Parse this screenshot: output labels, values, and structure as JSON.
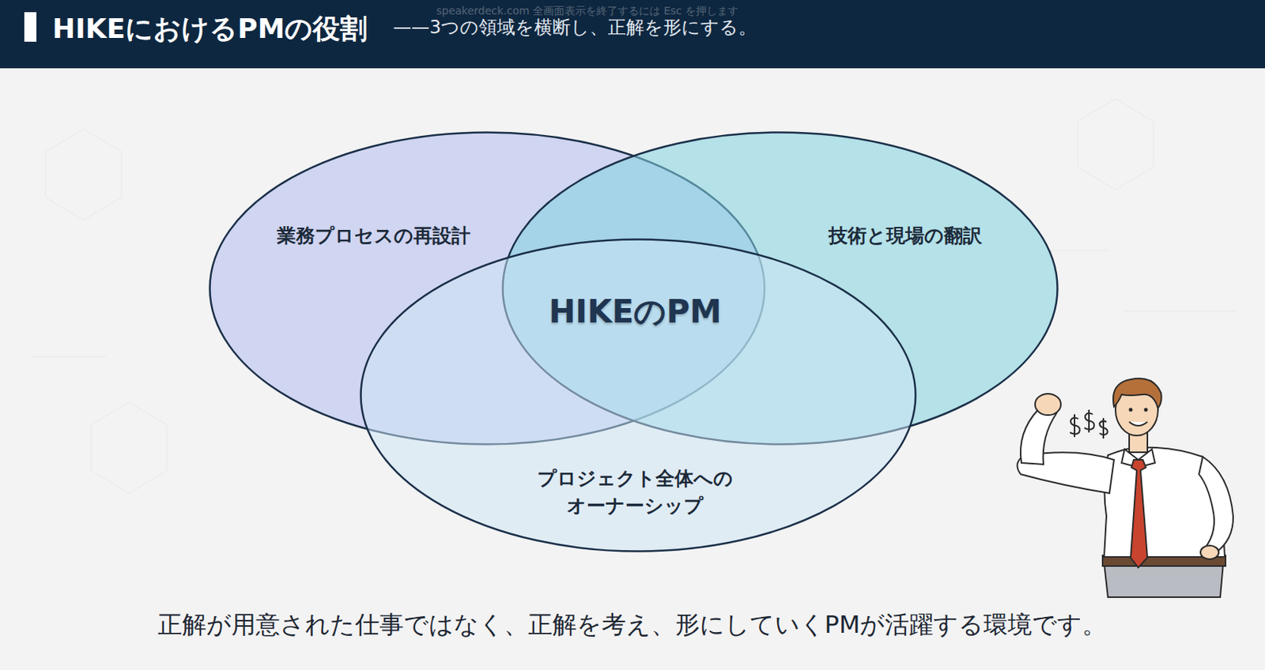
{
  "diagram": {
    "title": "HIKEにおけるPMの役割",
    "caption": "正解が用意された仕事ではなく、正解を考え、形にしていくPMが活躍する環境です。",
    "nodes": [
      {
        "text": [
          "業務プロセスの再設計"
        ]
      },
      {
        "text": [
          "技術と現場の翻訳"
        ]
      },
      {
        "text": [
          "プロジェクト全体への オーナーシップ"
        ]
      }
    ],
    "labels": [
      "——3つの領域を横断し、正解を形にする。",
      "speakerdeck.com 全画面表示を終了するには Esc を押します",
      "HIKEのPM"
    ]
  }
}
